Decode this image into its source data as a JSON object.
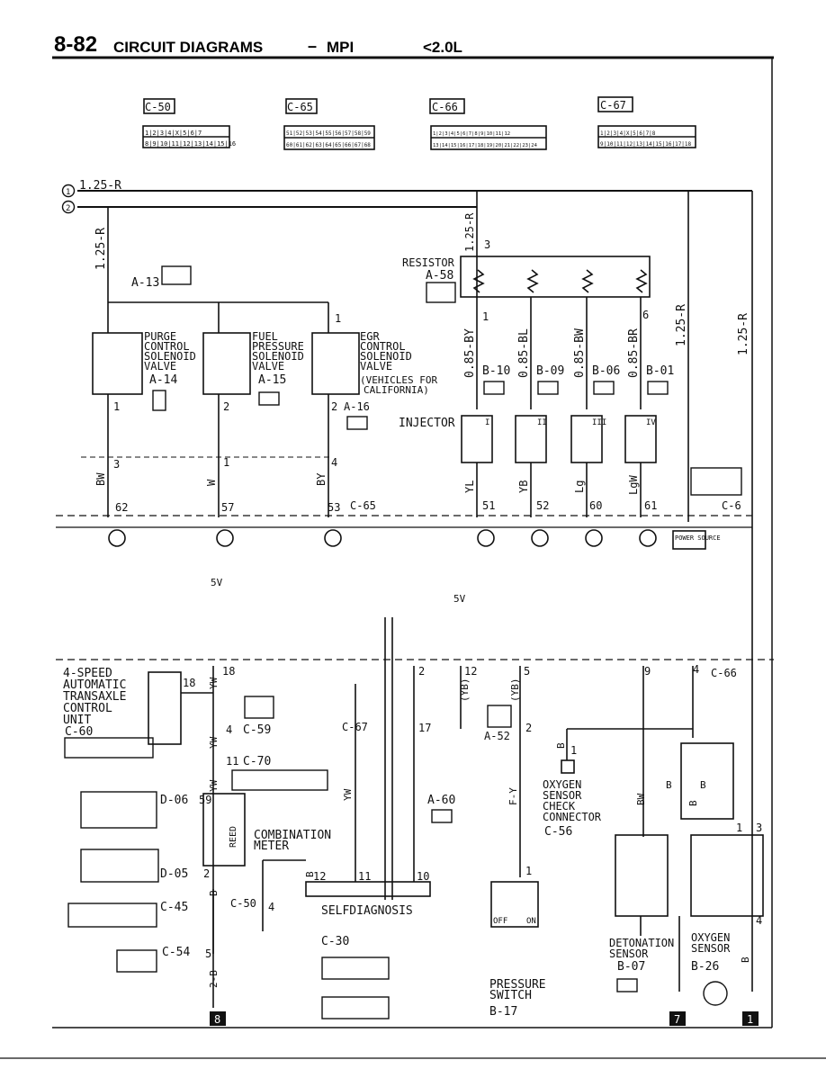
{
  "header": {
    "page_number": "8-82",
    "title": "CIRCUIT DIAGRAMS",
    "dash": "–",
    "system": "MPI",
    "engine": "<2.0L"
  },
  "connectors_top": [
    {
      "label": "C-50",
      "row1": "1|2|3|4|X|5|6|7",
      "row2": "8|9|10|11|12|13|14|15|16"
    },
    {
      "label": "C-65",
      "row1": "51|52|53|54|55|56|57|58|59",
      "row2": "60|61|62|63|64|65|66|67|68"
    },
    {
      "label": "C-66",
      "row1": "1|2|3|4|5|6|7|8|9|10|11|12",
      "row2": "13|14|15|16|17|18|19|20|21|22|23|24"
    },
    {
      "label": "C-67",
      "row1": "1|2|3|4|X|5|6|7|8",
      "row2": "9|10|11|12|13|14|15|16|17|18"
    }
  ],
  "wires": {
    "bus1": "1.25-R",
    "vert_left": "1.25-R",
    "vert_mid": "1.25-R",
    "vert_right": "1.25-R",
    "vert_far": "1.25-R",
    "inj1": "0.85-BY",
    "inj2": "0.85-BL",
    "inj3": "0.85-BW",
    "inj4": "0.85-BR",
    "bw": "BW",
    "w": "W",
    "by": "BY",
    "yl": "YL",
    "yb": "YB",
    "lg": "Lg",
    "lgw": "LgW",
    "yw": "YW",
    "yb_paren": "(YB)",
    "fy": "F-Y",
    "b": "B",
    "b2": "2-B"
  },
  "bus_nodes": {
    "n1": "1",
    "n2": "2"
  },
  "resistor": {
    "label": "RESISTOR",
    "conn": "A-58",
    "pin_top": "3",
    "pin_l": "1",
    "pin_r": "6"
  },
  "a13": {
    "label": "A-13"
  },
  "solenoids": [
    {
      "lines": [
        "PURGE",
        "CONTROL",
        "SOLENOID",
        "VALVE"
      ],
      "conn": "A-14",
      "pin": "1"
    },
    {
      "lines": [
        "FUEL",
        "PRESSURE",
        "SOLENOID",
        "VALVE"
      ],
      "conn": "A-15",
      "pin": "2"
    },
    {
      "lines": [
        "EGR",
        "CONTROL",
        "SOLENOID",
        "VALVE"
      ],
      "conn": "A-16",
      "pin": "2",
      "note1": "(VEHICLES FOR",
      "note2": "CALIFORNIA)",
      "pin_top": "1"
    }
  ],
  "injector_conns": [
    "B-10",
    "B-09",
    "B-06",
    "B-01"
  ],
  "injector_label": "INJECTOR",
  "injector_roman": [
    "I",
    "II",
    "III",
    "IV"
  ],
  "ecu_pins_top": [
    "62",
    "57",
    "53",
    "51",
    "52",
    "60",
    "61"
  ],
  "ecu_conn_c65": "C-65",
  "ecu_conn_c6x": "C-6",
  "splice_pins": [
    "3",
    "1",
    "4"
  ],
  "power_source": "POWER SOURCE",
  "five_v": "5V",
  "tcu": {
    "lines": [
      "4-SPEED",
      "AUTOMATIC",
      "TRANSAXLE",
      "CONTROL",
      "UNIT"
    ],
    "conn": "C-60",
    "pin": "18"
  },
  "mid_pins": {
    "p18": "18",
    "p4": "4",
    "p11": "11",
    "p59": "59",
    "p2": "2",
    "p4b": "4",
    "p5": "5",
    "p12": "12",
    "p11b": "11",
    "p10": "10",
    "p17": "17",
    "p12b": "12",
    "p5b": "5",
    "p2b": "2",
    "p1": "1",
    "p9": "9",
    "p4c": "4",
    "p2c": "2",
    "p1c": "1",
    "p3": "3",
    "p4d": "4",
    "p1d": "1"
  },
  "conn_c59": "C-59",
  "conn_c70": "C-70",
  "conn_c67b": "C-67",
  "conn_d06": "D-06",
  "conn_d05": "D-05",
  "conn_c45": "C-45",
  "conn_c54": "C-54",
  "conn_c50b": "C-50",
  "conn_c66b": "C-66",
  "conn_a52": "A-52",
  "conn_a60": "A-60",
  "combination_meter": [
    "COMBINATION",
    "METER"
  ],
  "reed": "REED",
  "selfdiag": "SELFDIAGNOSIS",
  "conn_c30": "C-30",
  "oxygen_check": [
    "OXYGEN",
    "SENSOR",
    "CHECK",
    "CONNECTOR"
  ],
  "conn_c56": "C-56",
  "pressure_switch": [
    "PRESSURE",
    "SWITCH"
  ],
  "conn_b17": "B-17",
  "off": "OFF",
  "on": "ON",
  "detonation": [
    "DETONATION",
    "SENSOR"
  ],
  "conn_b07": "B-07",
  "oxygen_sensor": [
    "OXYGEN",
    "SENSOR"
  ],
  "conn_b26": "B-26",
  "grounds": [
    "8",
    "7",
    "1"
  ]
}
